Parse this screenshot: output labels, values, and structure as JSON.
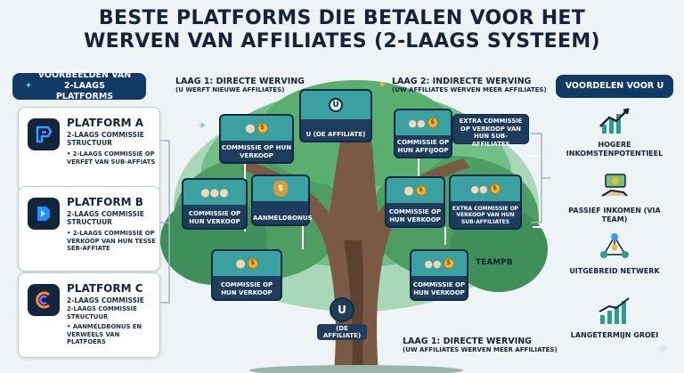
{
  "title": {
    "line1": "BESTE PLATFORMS DIE BETALEN VOOR HET",
    "line2": "WERVEN VAN AFFILIATES (2-LAAGS SYSTEEM)"
  },
  "left_panel": {
    "header": "VOORBEELDEN VAN 2-LAAGS PLATFORMS",
    "platforms": [
      {
        "name": "PLATFORM A",
        "line1": "2-LAAGS COMMISSIE",
        "line2": "STRUCTUUR",
        "bullet": "2-LAAGS COMMISSIE OP VERFET VAN SUB-AFFIATS"
      },
      {
        "name": "PLATFORM B",
        "line1": "2-LAAGS COMMISSIE",
        "line2": "STRUCTUUR",
        "bullet": "2-LAAGS COMMISSIE OP VERKOOP VAN HUN TESSE SEB-AFFIATE"
      },
      {
        "name": "PLATFORM C",
        "line1": "2-LAAGS COMMISSIE",
        "line2": "2-LAAGS COMMISSIE STRUCTUUR",
        "bullet": "AANMELDBONUS EN VERWEELS VAN PLATFOERS"
      }
    ]
  },
  "right_panel": {
    "header": "VOORDELEN VOOR U",
    "benefits": [
      {
        "text": "HOGERE INKOMSTENPOTENTIEEL",
        "icon": "growth-chart-icon"
      },
      {
        "text": "PASSIEF INKOMEN (VIA TEAM)",
        "icon": "money-hand-icon"
      },
      {
        "text": "UITGEBREID NETWERK",
        "icon": "network-icon"
      },
      {
        "text": "LANGETERMIJN GROEI",
        "icon": "bar-chart-icon"
      }
    ]
  },
  "tree": {
    "laag1_title": "LAAG 1: DIRECTE WERVING",
    "laag1_sub": "(U WERFT NIEUWE AFFILIATES)",
    "laag2_title": "LAAG 2: INDIRECTE WERVING",
    "laag2_sub": "(UW AFFILIATES WERVEN MEER AFFILIATES)",
    "laag1_bottom_title": "LAAG 1: DIRECTE WERVING",
    "laag1_bottom_sub": "(UW AFFILIATES WERVEN MEER AFFILIATES)",
    "top_node": "U (DE AFFILIATE)",
    "root_node_u": "U",
    "root_node_label": "(DE AFFILIATE)",
    "node_l1_top": "COMMISSIE OP HUN VERKOOP",
    "node_l1_left": "COMMISSIE OP HUN VERKOOP",
    "node_l1_bonus": "AANMELDBONUS",
    "node_l1_bottom": "COMMISSIE OP HUN VERKOOP",
    "node_l2_top": "COMMISSIE OP HUN AFFIJOOP",
    "node_l2_extra_top": "EXTRA COMMISSIE OP VERKOOP VAN HUN SUB-AFFILIATES",
    "node_l2_mid": "COMMISSIE OP HUN VERKOOP",
    "node_l2_extra_mid": "EXTRA COMMISSIE OP VERKOOP VAN HUN SUB-AFFILIATES",
    "node_l2_bottom": "COMMISSIE OP HUN VERKOOP",
    "teampb": "TEAMPB"
  },
  "colors": {
    "navy": "#123a66",
    "teal": "#3aa0a0",
    "trunk": "#7a5a44",
    "foliage": "#4e9e63"
  }
}
